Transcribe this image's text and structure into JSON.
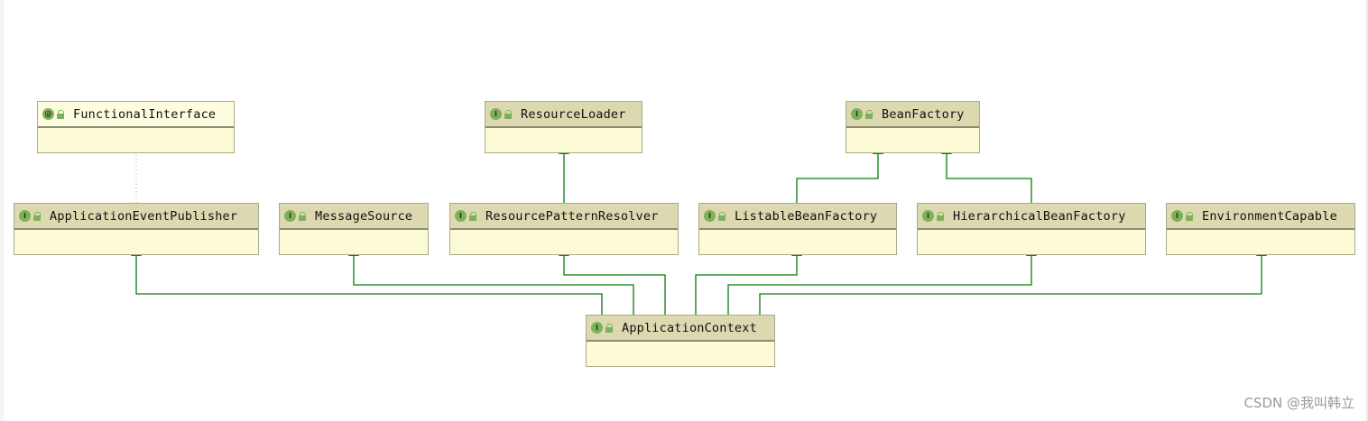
{
  "diagram": {
    "nodes": [
      {
        "id": "functional-interface",
        "badge": "@",
        "label": "FunctionalInterface",
        "kind": "annotation"
      },
      {
        "id": "resource-loader",
        "badge": "I",
        "label": "ResourceLoader",
        "kind": "interface"
      },
      {
        "id": "bean-factory",
        "badge": "I",
        "label": "BeanFactory",
        "kind": "interface"
      },
      {
        "id": "application-event-publisher",
        "badge": "I",
        "label": "ApplicationEventPublisher",
        "kind": "interface"
      },
      {
        "id": "message-source",
        "badge": "I",
        "label": "MessageSource",
        "kind": "interface"
      },
      {
        "id": "resource-pattern-resolver",
        "badge": "I",
        "label": "ResourcePatternResolver",
        "kind": "interface"
      },
      {
        "id": "listable-bean-factory",
        "badge": "I",
        "label": "ListableBeanFactory",
        "kind": "interface"
      },
      {
        "id": "hierarchical-bean-factory",
        "badge": "I",
        "label": "HierarchicalBeanFactory",
        "kind": "interface"
      },
      {
        "id": "environment-capable",
        "badge": "I",
        "label": "EnvironmentCapable",
        "kind": "interface"
      },
      {
        "id": "application-context",
        "badge": "I",
        "label": "ApplicationContext",
        "kind": "interface"
      }
    ],
    "edges": [
      {
        "from": "resource-pattern-resolver",
        "to": "resource-loader",
        "type": "extends"
      },
      {
        "from": "listable-bean-factory",
        "to": "bean-factory",
        "type": "extends"
      },
      {
        "from": "hierarchical-bean-factory",
        "to": "bean-factory",
        "type": "extends"
      },
      {
        "from": "application-event-publisher",
        "to": "functional-interface",
        "type": "annotated"
      },
      {
        "from": "application-context",
        "to": "application-event-publisher",
        "type": "extends"
      },
      {
        "from": "application-context",
        "to": "message-source",
        "type": "extends"
      },
      {
        "from": "application-context",
        "to": "resource-pattern-resolver",
        "type": "extends"
      },
      {
        "from": "application-context",
        "to": "listable-bean-factory",
        "type": "extends"
      },
      {
        "from": "application-context",
        "to": "hierarchical-bean-factory",
        "type": "extends"
      },
      {
        "from": "application-context",
        "to": "environment-capable",
        "type": "extends"
      }
    ],
    "colors": {
      "edge": "#0b7d0b",
      "header": "#dcd9b0",
      "body": "#fdfbd6",
      "badge": "#7fb05c",
      "dotted": "#b8a67a"
    }
  },
  "watermark": "CSDN @我叫韩立"
}
